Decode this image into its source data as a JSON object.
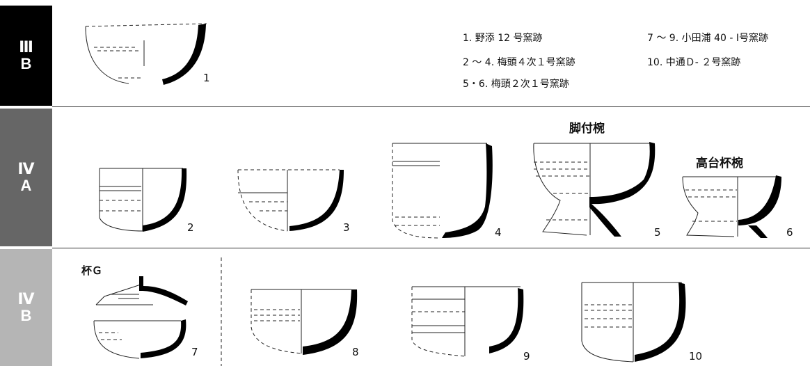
{
  "periods": [
    {
      "top": "Ⅲ",
      "bottom": "B"
    },
    {
      "top": "Ⅳ",
      "bottom": "A"
    },
    {
      "top": "Ⅳ",
      "bottom": "B"
    }
  ],
  "legend": [
    "1. 野添 12 号窯跡",
    "2 ～ 4. 梅頭４次１号窯跡",
    "5・6. 梅頭２次１号窯跡",
    "7 ～ 9. 小田浦 40 - Ⅰ号窯跡",
    "10. 中通Ｄ- ２号窯跡"
  ],
  "labels": {
    "kyakutsuki": "脚付椀",
    "koudai": "高台杯椀",
    "tsuki_g": "杯Ｇ"
  },
  "figure_numbers": [
    "1",
    "2",
    "3",
    "4",
    "5",
    "6",
    "7",
    "8",
    "9",
    "10"
  ]
}
